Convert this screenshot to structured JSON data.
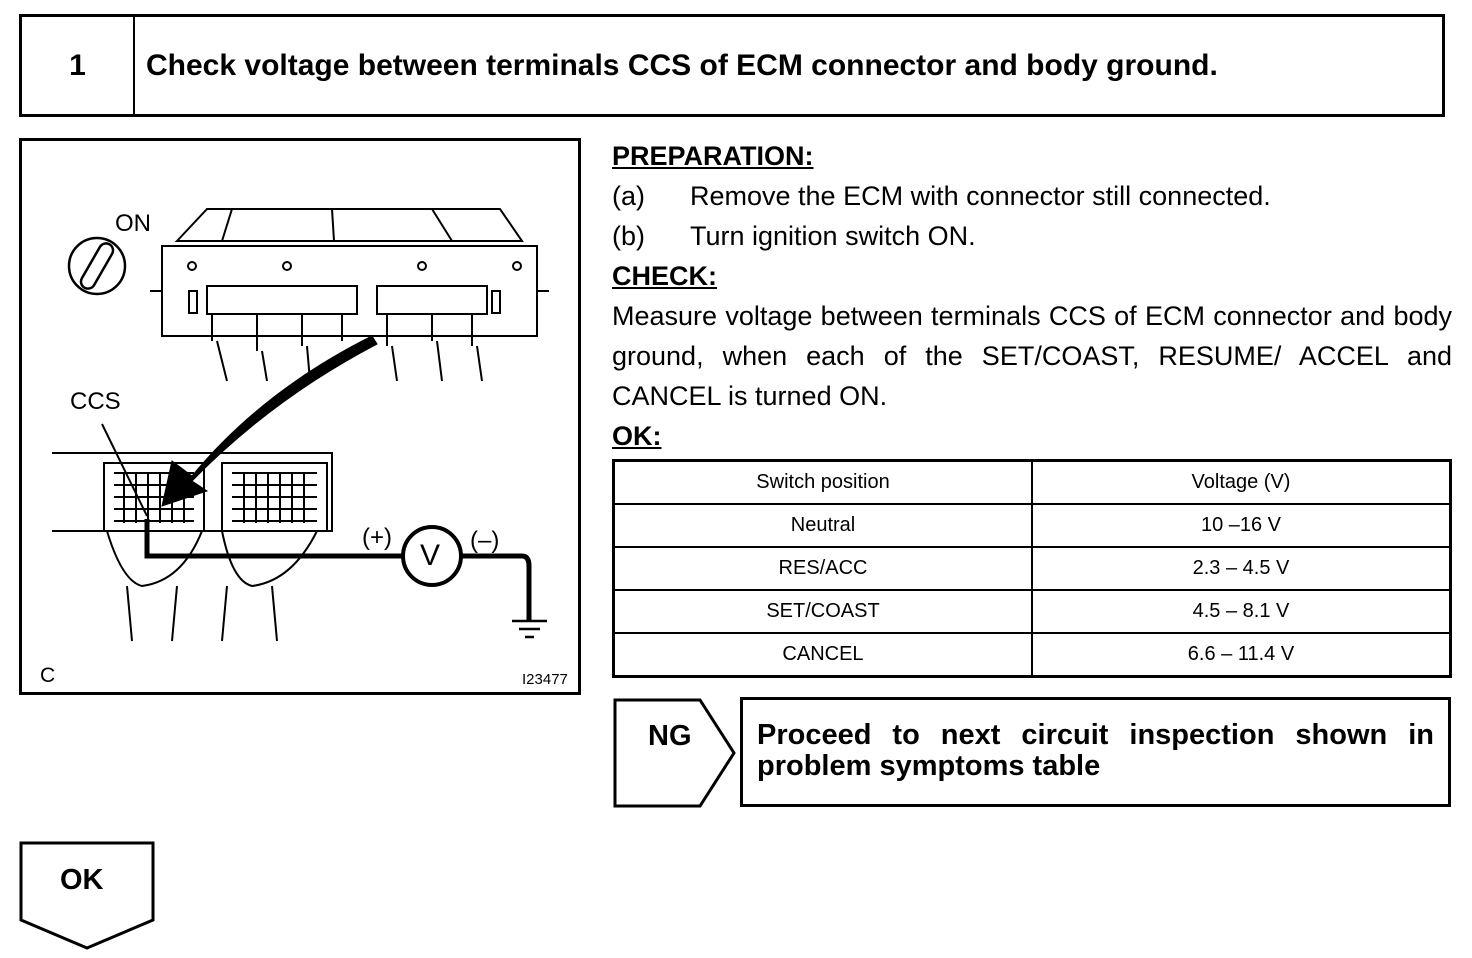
{
  "step": {
    "number": "1",
    "title": "Check voltage between terminals CCS of ECM connector and body ground."
  },
  "figure": {
    "label_on": "ON",
    "label_ccs": "CCS",
    "label_plus": "(+)",
    "label_minus": "(–)",
    "meter_symbol": "V",
    "corner_code": "C",
    "figure_id": "I23477"
  },
  "preparation": {
    "heading": "PREPARATION:",
    "items": [
      {
        "mark": "(a)",
        "text": "Remove the ECM with connector still connected."
      },
      {
        "mark": "(b)",
        "text": "Turn ignition switch ON."
      }
    ]
  },
  "check": {
    "heading": "CHECK:",
    "text": "Measure voltage between terminals CCS of ECM connector and body ground, when each of the SET/COAST, RESUME/ ACCEL and CANCEL is turned ON."
  },
  "ok_spec": {
    "heading": "OK:",
    "columns": [
      "Switch position",
      "Voltage (V)"
    ],
    "rows": [
      [
        "Neutral",
        "10  –16 V"
      ],
      [
        "RES/ACC",
        "2.3 – 4.5 V"
      ],
      [
        "SET/COAST",
        "4.5 – 8.1 V"
      ],
      [
        "CANCEL",
        "6.6 – 11.4 V"
      ]
    ]
  },
  "ng": {
    "label": "NG",
    "text": "Proceed to next circuit inspection shown in problem symptoms table"
  },
  "ok_branch": {
    "label": "OK"
  }
}
